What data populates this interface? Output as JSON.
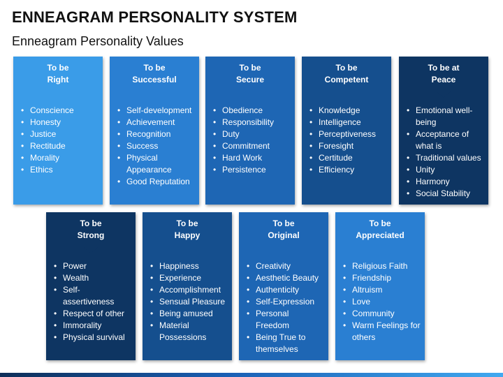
{
  "title": "ENNEAGRAM PERSONALITY SYSTEM",
  "subtitle": "Enneagram Personality Values",
  "cards": [
    {
      "heading": "To be\nRight",
      "items": [
        "Conscience",
        "Honesty",
        "Justice",
        "Rectitude",
        "Morality",
        "Ethics"
      ],
      "head_color": "#3a9ce8",
      "body_color": "#3a9ce8"
    },
    {
      "heading": "To be\nSuccessful",
      "items": [
        "Self-development",
        "Achievement",
        "Recognition",
        "Success",
        "Physical Appearance",
        "Good Reputation"
      ],
      "head_color": "#2a7fd2",
      "body_color": "#2a7fd2"
    },
    {
      "heading": "To be\nSecure",
      "items": [
        "Obedience",
        "Responsibility",
        "Duty",
        "Commitment",
        "Hard Work",
        "Persistence"
      ],
      "head_color": "#1e66b4",
      "body_color": "#1e66b4"
    },
    {
      "heading": "To be\nCompetent",
      "items": [
        "Knowledge",
        "Intelligence",
        "Perceptiveness",
        "Foresight",
        "Certitude",
        "Efficiency"
      ],
      "head_color": "#154f8e",
      "body_color": "#154f8e"
    },
    {
      "heading": "To be at\nPeace",
      "items": [
        "Emotional well-being",
        "Acceptance of what is",
        "Traditional values",
        "Unity",
        "Harmony",
        "Social Stability"
      ],
      "head_color": "#0e3562",
      "body_color": "#0e3562"
    },
    {
      "heading": "To be\nStrong",
      "items": [
        "Power",
        "Wealth",
        "Self-assertiveness",
        "Respect of other",
        "Immorality",
        "Physical survival"
      ],
      "head_color": "#0e3562",
      "body_color": "#0e3562"
    },
    {
      "heading": "To be\nHappy",
      "items": [
        "Happiness",
        "Experience",
        "Accomplishment",
        "Sensual Pleasure",
        "Being amused",
        "Material Possessions"
      ],
      "head_color": "#154f8e",
      "body_color": "#154f8e"
    },
    {
      "heading": "To be\nOriginal",
      "items": [
        "Creativity",
        "Aesthetic Beauty",
        "Authenticity",
        "Self-Expression",
        "Personal Freedom",
        "Being True to themselves"
      ],
      "head_color": "#1e66b4",
      "body_color": "#1e66b4"
    },
    {
      "heading": "To be\nAppreciated",
      "items": [
        "Religious Faith",
        "Friendship",
        "Altruism",
        "Love",
        "Community",
        "Warm Feelings for others"
      ],
      "head_color": "#2a7fd2",
      "body_color": "#2a7fd2"
    }
  ]
}
